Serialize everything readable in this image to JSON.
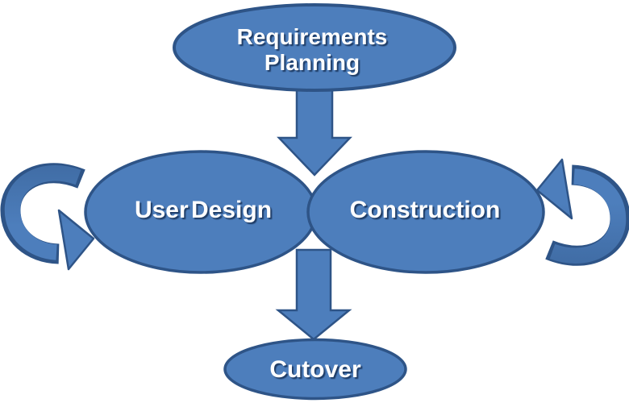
{
  "diagram": {
    "background_color": "#ffffff",
    "colors": {
      "shape_fill": "#4d7ebc",
      "shape_border": "#2e5487",
      "ribbon_shade": "#3f6ba3",
      "label_text": "#ffffff",
      "label_shadow": "#1e3c66"
    },
    "nodes": {
      "requirements_planning": {
        "label": "Requirements Planning",
        "line1": "Requirements",
        "line2": "Planning"
      },
      "user_design": {
        "label": "User Design"
      },
      "construction": {
        "label": "Construction"
      },
      "cutover": {
        "label": "Cutover"
      }
    },
    "connectors": [
      {
        "id": "down-arrow-top",
        "type": "block-arrow",
        "direction": "down"
      },
      {
        "id": "down-arrow-bottom",
        "type": "block-arrow",
        "direction": "down"
      },
      {
        "id": "loop-arrow-left",
        "type": "circular-arrow",
        "direction": "into-left-ellipse"
      },
      {
        "id": "loop-arrow-right",
        "type": "circular-arrow",
        "direction": "into-right-ellipse"
      }
    ]
  }
}
